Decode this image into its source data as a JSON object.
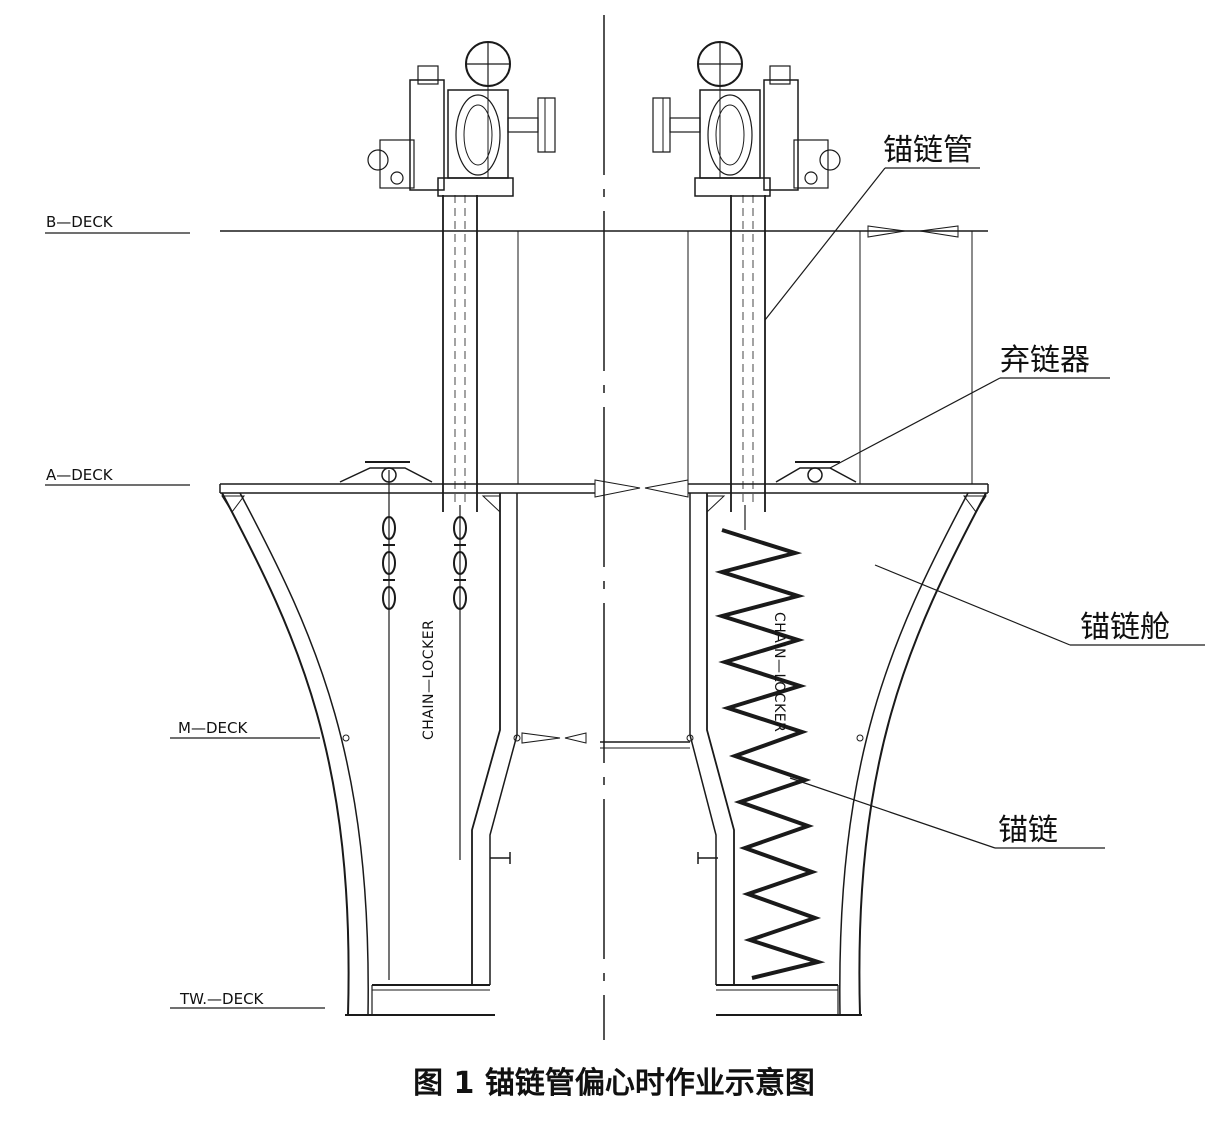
{
  "decks": {
    "b_deck": "B—DECK",
    "a_deck": "A—DECK",
    "m_deck": "M—DECK",
    "tw_deck": "TW.—DECK"
  },
  "locker_labels": {
    "left": "CHAIN—LOCKER",
    "right": "CHAIN—LOCKER"
  },
  "callouts": {
    "hawse_pipe": "锚链管",
    "chain_stopper": "弃链器",
    "chain_locker": "锚链舱",
    "anchor_chain": "锚链"
  },
  "caption": "图 1  锚链管偏心时作业示意图"
}
